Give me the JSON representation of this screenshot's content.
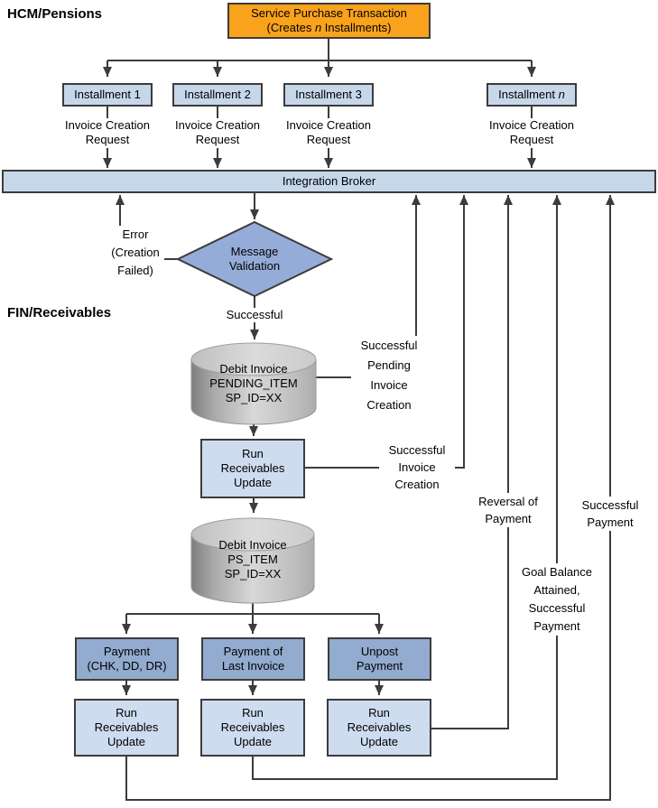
{
  "regions": {
    "hcm": "HCM/Pensions",
    "fin": "FIN/Receivables"
  },
  "colors": {
    "orange": "#F9A21B",
    "light": "#C7D7EA",
    "mid": "#96ACD8",
    "pay": "#92ABCE",
    "run": "#CEDCEF",
    "border": "#3C3C3C"
  },
  "nodes": {
    "service_purchase": {
      "line1": "Service Purchase Transaction",
      "line2_pre": "(Creates ",
      "line2_italic": "n",
      "line2_post": " Installments)"
    },
    "broker": {
      "label": "Integration Broker"
    },
    "diamond": {
      "line1": "Message",
      "line2": "Validation"
    },
    "cylinder_pending": {
      "line1": "Debit Invoice",
      "line2": "PENDING_ITEM",
      "line3": "SP_ID=XX"
    },
    "cylinder_ps": {
      "line1": "Debit Invoice",
      "line2": "PS_ITEM",
      "line3": "SP_ID=XX"
    },
    "run_update": {
      "line1": "Run",
      "line2": "Receivables",
      "line3": "Update"
    },
    "payment_chk": {
      "line1": "Payment",
      "line2": "(CHK, DD, DR)"
    },
    "payment_last": {
      "line1": "Payment of",
      "line2": "Last Invoice"
    },
    "unpost": {
      "line1": "Unpost",
      "line2": "Payment"
    }
  },
  "installments": [
    {
      "prefix": "Installment 1",
      "italic": ""
    },
    {
      "prefix": "Installment 2",
      "italic": ""
    },
    {
      "prefix": "Installment 3",
      "italic": ""
    },
    {
      "prefix": "Installment ",
      "italic": "n"
    }
  ],
  "edge_labels": {
    "invoice_request": {
      "line1": "Invoice Creation",
      "line2": "Request"
    },
    "error": {
      "line1": "Error",
      "line2": "(Creation",
      "line3": "Failed)"
    },
    "successful": "Successful",
    "succ_pending": {
      "line1": "Successful",
      "line2": "Pending",
      "line3": "Invoice",
      "line4": "Creation"
    },
    "succ_invoice": {
      "line1": "Successful",
      "line2": "Invoice",
      "line3": "Creation"
    },
    "reversal": {
      "line1": "Reversal of",
      "line2": "Payment"
    },
    "succ_payment": {
      "line1": "Successful",
      "line2": "Payment"
    },
    "goal_balance": {
      "line1": "Goal Balance",
      "line2": "Attained,",
      "line3": "Successful",
      "line4": "Payment"
    }
  }
}
